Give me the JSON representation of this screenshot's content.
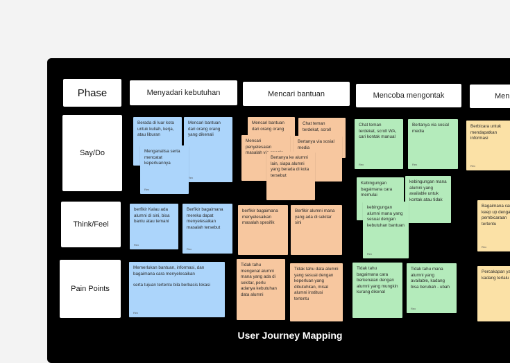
{
  "board": {
    "title": "User Journey Mapping",
    "rows": [
      "Phase",
      "Say/Do",
      "Think/Feel",
      "Pain Points"
    ],
    "stages": [
      "Menyadari kebutuhan",
      "Mencari bantuan",
      "Mencoba mengontak",
      "Men"
    ]
  },
  "notes": {
    "say1": "Berada di luar kota untuk kuliah, kerja, atau liburan",
    "say2": "Mencari bantuan dari orang orang yang dikenali",
    "say3": "Menganalisa serta mencatat keperluannya",
    "say4": "Mencari bantuan dari orang orang",
    "say5": "Chat teman terdekat, scroll",
    "say6": "Mencari penyelesaian masalah via google",
    "say7": "Bertanya via sosial media",
    "say8": "Bertanya ke alumni lain, siapa alumni yang berada di kota tersebut",
    "say9": "Chat teman terdekat, scroll WA, cari kontak manual",
    "say10": "Bertanya via sosial media",
    "say11": "Berbicara untuk mendapatkan informasi",
    "think1": "berfikir Kalau ada alumni di sini, bisa bantu atau temani",
    "think2": "Berfikir bagaimana mereka dapat menyelesaikan masalah tersebut",
    "think3": "berfikir bagaimana menyelesaikan masalah spesifik",
    "think4": "Berfikir alumni mana yang ada di sekitar sini",
    "think5": "Kebingungan bagaimana cara memulai",
    "think6": "kebingungan mana alumni yang available untuk kontak atau tidak",
    "think7": "kebingungan alumni mana yang sesuai dengan kebutuhan bantuan",
    "think8": "Bagaimana cara keep up dengan pembicaraan tertentu",
    "pain1": "Memerlukan bantuan, informasi, dan bagaimana cara menyelesaikan",
    "pain1b": "serta tujuan tertentu bila berbasis lokasi",
    "pain2": "Tidak tahu mengenal alumni mana yang ada di sekitar, perlu adanya kebutuhan data alumni",
    "pain3": "Tidak tahu data alumni yang sesuai dengan keperluan yang dibutuhkan, misal alumni institusi tertentu",
    "pain4": "Tidak tahu bagaimana cara berkenalan dengan alumni yang mungkin kurang dikenal",
    "pain5": "Tidak tahu mana alumni yang available, kadang bisa berubah - ubah",
    "pain6": "Percakapan yang kadang terlalu",
    "author": "Rex"
  },
  "colors": {
    "board": "#000000",
    "blue": "#acd5fb",
    "orange": "#f7c79f",
    "green": "#b4ebbb",
    "yellow": "#fbe1a6"
  }
}
